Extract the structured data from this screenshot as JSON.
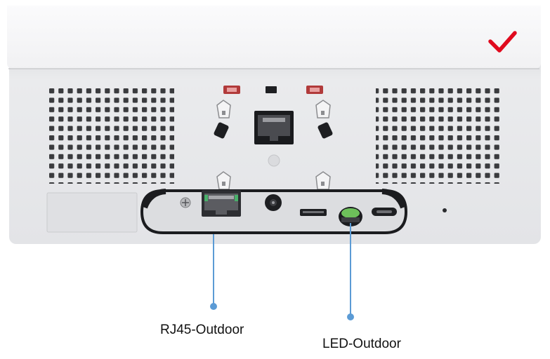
{
  "device": {
    "brand_mark": "checkmark-logo",
    "brand_color": "#e00a1e",
    "body_color": "#e9eaec",
    "top_color": "#f7f7f8"
  },
  "callouts": [
    {
      "label": "RJ45-Outdoor",
      "line_color": "#5b9bd5"
    },
    {
      "label": "LED-Outdoor",
      "line_color": "#5b9bd5"
    }
  ]
}
